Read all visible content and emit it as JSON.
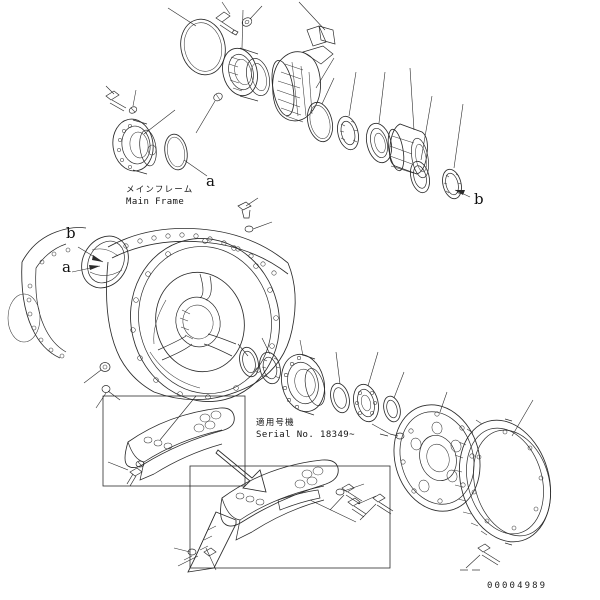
{
  "document": {
    "type": "exploded-parts-diagram",
    "part_number": "00004989"
  },
  "labels": {
    "main_frame": {
      "jp": "メインフレーム",
      "en": "Main Frame"
    },
    "serial": {
      "jp": "適用号機",
      "en": "Serial No. 18349~"
    }
  },
  "reference_marks": [
    {
      "id": "a-upper",
      "text": "a"
    },
    {
      "id": "b-upper-right",
      "text": "b"
    },
    {
      "id": "b-housing",
      "text": "b"
    },
    {
      "id": "a-housing",
      "text": "a"
    }
  ],
  "components": {
    "upper_row": [
      "o-ring-large",
      "bearing-cage-housing",
      "bevel-pinion-gear",
      "o-ring-small",
      "shim-ring",
      "taper-bearing-outer",
      "splined-collar-nut",
      "washer-ring",
      "lock-washer"
    ],
    "left_group": [
      "hub-flange-cover",
      "mounting-bolt",
      "dowel-pin",
      "o-ring-seal"
    ],
    "center": [
      "main-frame-housing",
      "spider-hub",
      "flange-bolt",
      "plug"
    ],
    "center_row": [
      "bearing-inner",
      "shim",
      "bearing-retainer-flange",
      "spacer-ring",
      "bearing-assembly",
      "thrust-washer"
    ],
    "right_group": [
      "hub-plate-flange",
      "ring-gear",
      "ring-gear-bolt",
      "hub-bolt"
    ],
    "inset_upper": [
      "guard-bracket",
      "bracket-bolt",
      "bracket-washer"
    ],
    "inset_lower": [
      "guard-bracket-revised",
      "side-plate",
      "bracket-bolt",
      "bracket-washer"
    ]
  },
  "colors": {
    "line": "#2b2b2b",
    "background": "#ffffff",
    "text": "#141414"
  }
}
